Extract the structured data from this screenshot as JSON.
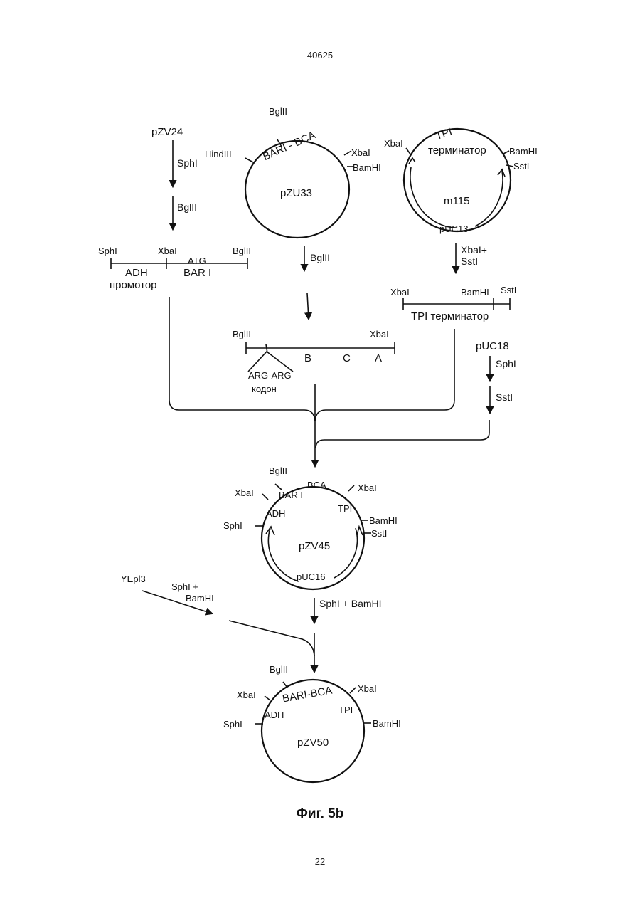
{
  "page": {
    "header": "40625",
    "page_number": "22",
    "caption": "Фиг. 5b"
  },
  "colors": {
    "ink": "#111111",
    "background": "#ffffff"
  },
  "pZV24": {
    "name": "pZV24",
    "step1": "SphI",
    "step2": "BglII"
  },
  "adh_fragment": {
    "sites": [
      "SphI",
      "XbaI",
      "BglII"
    ],
    "atg": "ATG",
    "segment1": "ADH",
    "segment1b": "промотор",
    "segment2": "BAR I"
  },
  "pZU33": {
    "name": "pZU33",
    "gene": "BARI - BCA",
    "site_top": "BglII",
    "site_left": "HindIII",
    "site_right1": "XbaI",
    "site_right2": "BamHI",
    "step": "BglII"
  },
  "bca_fragment": {
    "site_left": "BglII",
    "site_right": "XbaI",
    "regions": [
      "B",
      "C",
      "A"
    ],
    "codon": "ARG-ARG",
    "codon2": "кодон"
  },
  "m115": {
    "name": "m115",
    "gene1": "TPI",
    "gene2": "терминатор",
    "backbone": "pUC13",
    "site_left": "XbaI",
    "site_right1": "BamHI",
    "site_right2": "SstI",
    "step": "XbaI+",
    "step2": "SstI"
  },
  "tpi_fragment": {
    "sites": [
      "XbaI",
      "BamHI",
      "SstI"
    ],
    "label": "TPI  терминатор"
  },
  "pUC18": {
    "name": "pUC18",
    "step1": "SphI",
    "step2": "SstI"
  },
  "pZV45": {
    "name": "pZV45",
    "backbone": "pUC16",
    "site_top": "BglII",
    "site_left_top": "XbaI",
    "site_left": "SphI",
    "site_right_top": "XbaI",
    "site_right1": "BamHI",
    "site_right2": "SstI",
    "gene_bar": "BAR I",
    "gene_bca": "BCA",
    "gene_adh": "ADH",
    "gene_tpi": "TPI",
    "step": "SphI + BamHI"
  },
  "yepl3": {
    "name": "YEpl3",
    "step1": "SphI +",
    "step2": "BamHI"
  },
  "pZV50": {
    "name": "pZV50",
    "gene": "BARI-BCA",
    "site_top": "BglII",
    "site_left_top": "XbaI",
    "site_left": "SphI",
    "site_right_top": "XbaI",
    "site_right": "BamHI",
    "gene_adh": "ADH",
    "gene_tpi": "TPI"
  }
}
